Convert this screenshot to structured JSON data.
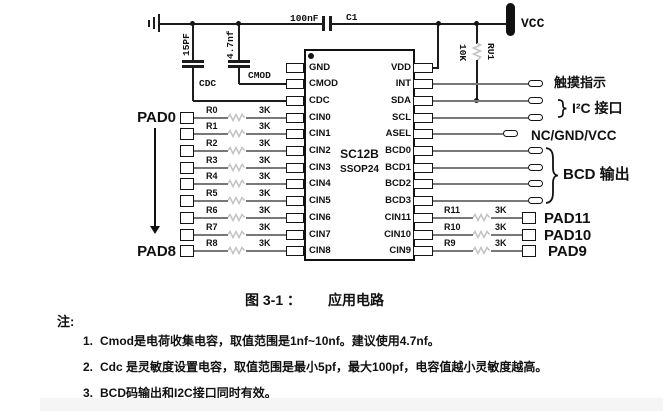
{
  "figure": {
    "power": {
      "vcc": "VCC",
      "cap_value": "100nF",
      "cap_name": "C1",
      "pullup_value": "10K",
      "pullup_name": "RU1"
    },
    "caps": {
      "cdc_value": "15PF",
      "cdc_name": "CDC",
      "cmod_value": "4.7nf",
      "cmod_name": "CMOD"
    },
    "chip": {
      "name": "SC12B",
      "package": "SSOP24",
      "left_pins": [
        "GND",
        "CMOD",
        "CDC",
        "CIN0",
        "CIN1",
        "CIN2",
        "CIN3",
        "CIN4",
        "CIN5",
        "CIN6",
        "CIN7",
        "CIN8"
      ],
      "right_pins": [
        "VDD",
        "INT",
        "SDA",
        "SCL",
        "ASEL",
        "BCD0",
        "BCD1",
        "BCD2",
        "BCD3",
        "CIN11",
        "CIN10",
        "CIN9"
      ]
    },
    "left_rows": [
      {
        "name": "R0",
        "value": "3K"
      },
      {
        "name": "R1",
        "value": "3K"
      },
      {
        "name": "R2",
        "value": "3K"
      },
      {
        "name": "R3",
        "value": "3K"
      },
      {
        "name": "R4",
        "value": "3K"
      },
      {
        "name": "R5",
        "value": "3K"
      },
      {
        "name": "R6",
        "value": "3K"
      },
      {
        "name": "R7",
        "value": "3K"
      },
      {
        "name": "R8",
        "value": "3K"
      }
    ],
    "right_rows": [
      {
        "name": "R11",
        "value": "3K",
        "pad": "PAD11"
      },
      {
        "name": "R10",
        "value": "3K",
        "pad": "PAD10"
      },
      {
        "name": "R9",
        "value": "3K",
        "pad": "PAD9"
      }
    ],
    "pad_first": "PAD0",
    "pad_last": "PAD8",
    "outputs": {
      "int": "触摸指示",
      "i2c": "I²C 接口",
      "asel": "NC/GND/VCC",
      "bcd": "BCD 输出"
    }
  },
  "caption": {
    "figure_no": "图 3-1 ：",
    "title": "应用电路"
  },
  "notes": {
    "heading": "注:",
    "items": [
      {
        "num": "1.",
        "text": "Cmod是电荷收集电容，取值范围是1nf~10nf。建议使用4.7nf。"
      },
      {
        "num": "2.",
        "text": "Cdc 是灵敏度设置电容，取值范围是最小5pf，最大100pf，电容值越小灵敏度越高。"
      },
      {
        "num": "3.",
        "text": "BCD码输出和I2C接口同时有效。"
      }
    ]
  }
}
